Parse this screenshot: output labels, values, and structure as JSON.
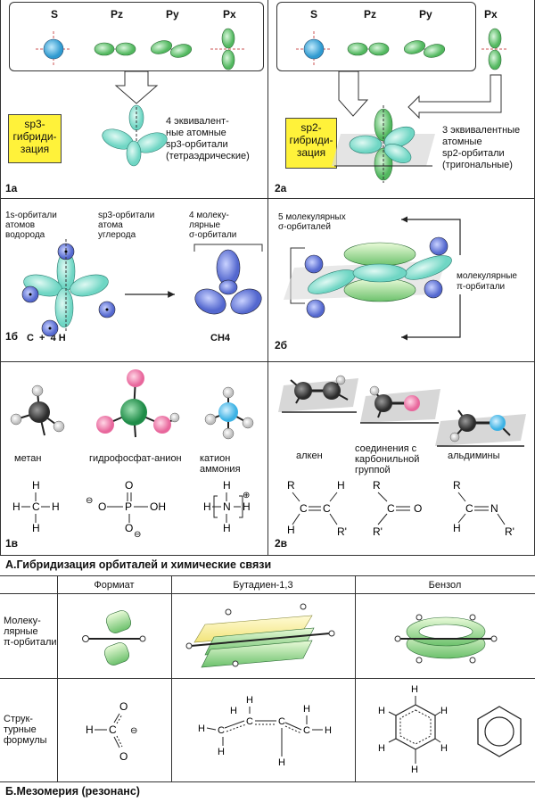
{
  "panel_1a": {
    "orbitals": [
      "S",
      "Pz",
      "Py",
      "Px"
    ],
    "hyb_box": [
      "sp3-",
      "гибриди-",
      "зация"
    ],
    "text": [
      "4 эквивалент-",
      "ные атомные",
      "sp3-орбитали",
      "(тетраэдрические)"
    ],
    "label": "1a"
  },
  "panel_2a": {
    "orbitals": [
      "S",
      "Pz",
      "Py",
      "Px"
    ],
    "hyb_box": [
      "sp2-",
      "гибриди-",
      "зация"
    ],
    "text": [
      "3 эквивалентные",
      "атомные",
      "sp2-орбитали",
      "(тригональные)"
    ],
    "label": "2a"
  },
  "panel_1b": {
    "top_labels": {
      "h": [
        "1s-орбитали",
        "атомов",
        "водорода"
      ],
      "c": [
        "sp3-орбитали",
        "атома",
        "углерода"
      ],
      "m": [
        "4 молеку-",
        "лярные",
        "σ-орбитали"
      ]
    },
    "bottom": {
      "left": "C  +  4 H",
      "right": "CH4"
    },
    "label": "1б"
  },
  "panel_2b": {
    "sigma": [
      "5 молекулярных",
      "σ-орбиталей"
    ],
    "pi": [
      "молекулярные",
      "π-орбитали"
    ],
    "label": "2б"
  },
  "panel_1v": {
    "molecules": [
      "метан",
      "гидрофосфат-анион",
      "катион аммония"
    ],
    "label": "1в"
  },
  "panel_2v": {
    "molecules": [
      "алкен",
      "соединения с карбонильной группой",
      "альдимины"
    ],
    "label": "2в"
  },
  "section_a": "А.Гибридизация орбиталей и химические связи",
  "mesomery": {
    "columns": [
      "Формиат",
      "Бутадиен-1,3",
      "Бензол"
    ],
    "rows": [
      [
        "Молеку-",
        "лярные",
        "π-орбитали"
      ],
      [
        "Струк-",
        "турные",
        "формулы"
      ]
    ]
  },
  "section_b": "Б.Мезомерия (резонанс)",
  "colors": {
    "s_orbital": "#3aa8d8",
    "p_orbital": "#6fcf7a",
    "hybrid": "#7fe3d3",
    "carbon": "#3c3c3c",
    "hydrogen_sphere": "#7c8fe0",
    "oxygen": "#f07fae",
    "phosphorus": "#2fa05a",
    "nitrogen": "#55c0ea",
    "highlight": "#fff23a"
  }
}
